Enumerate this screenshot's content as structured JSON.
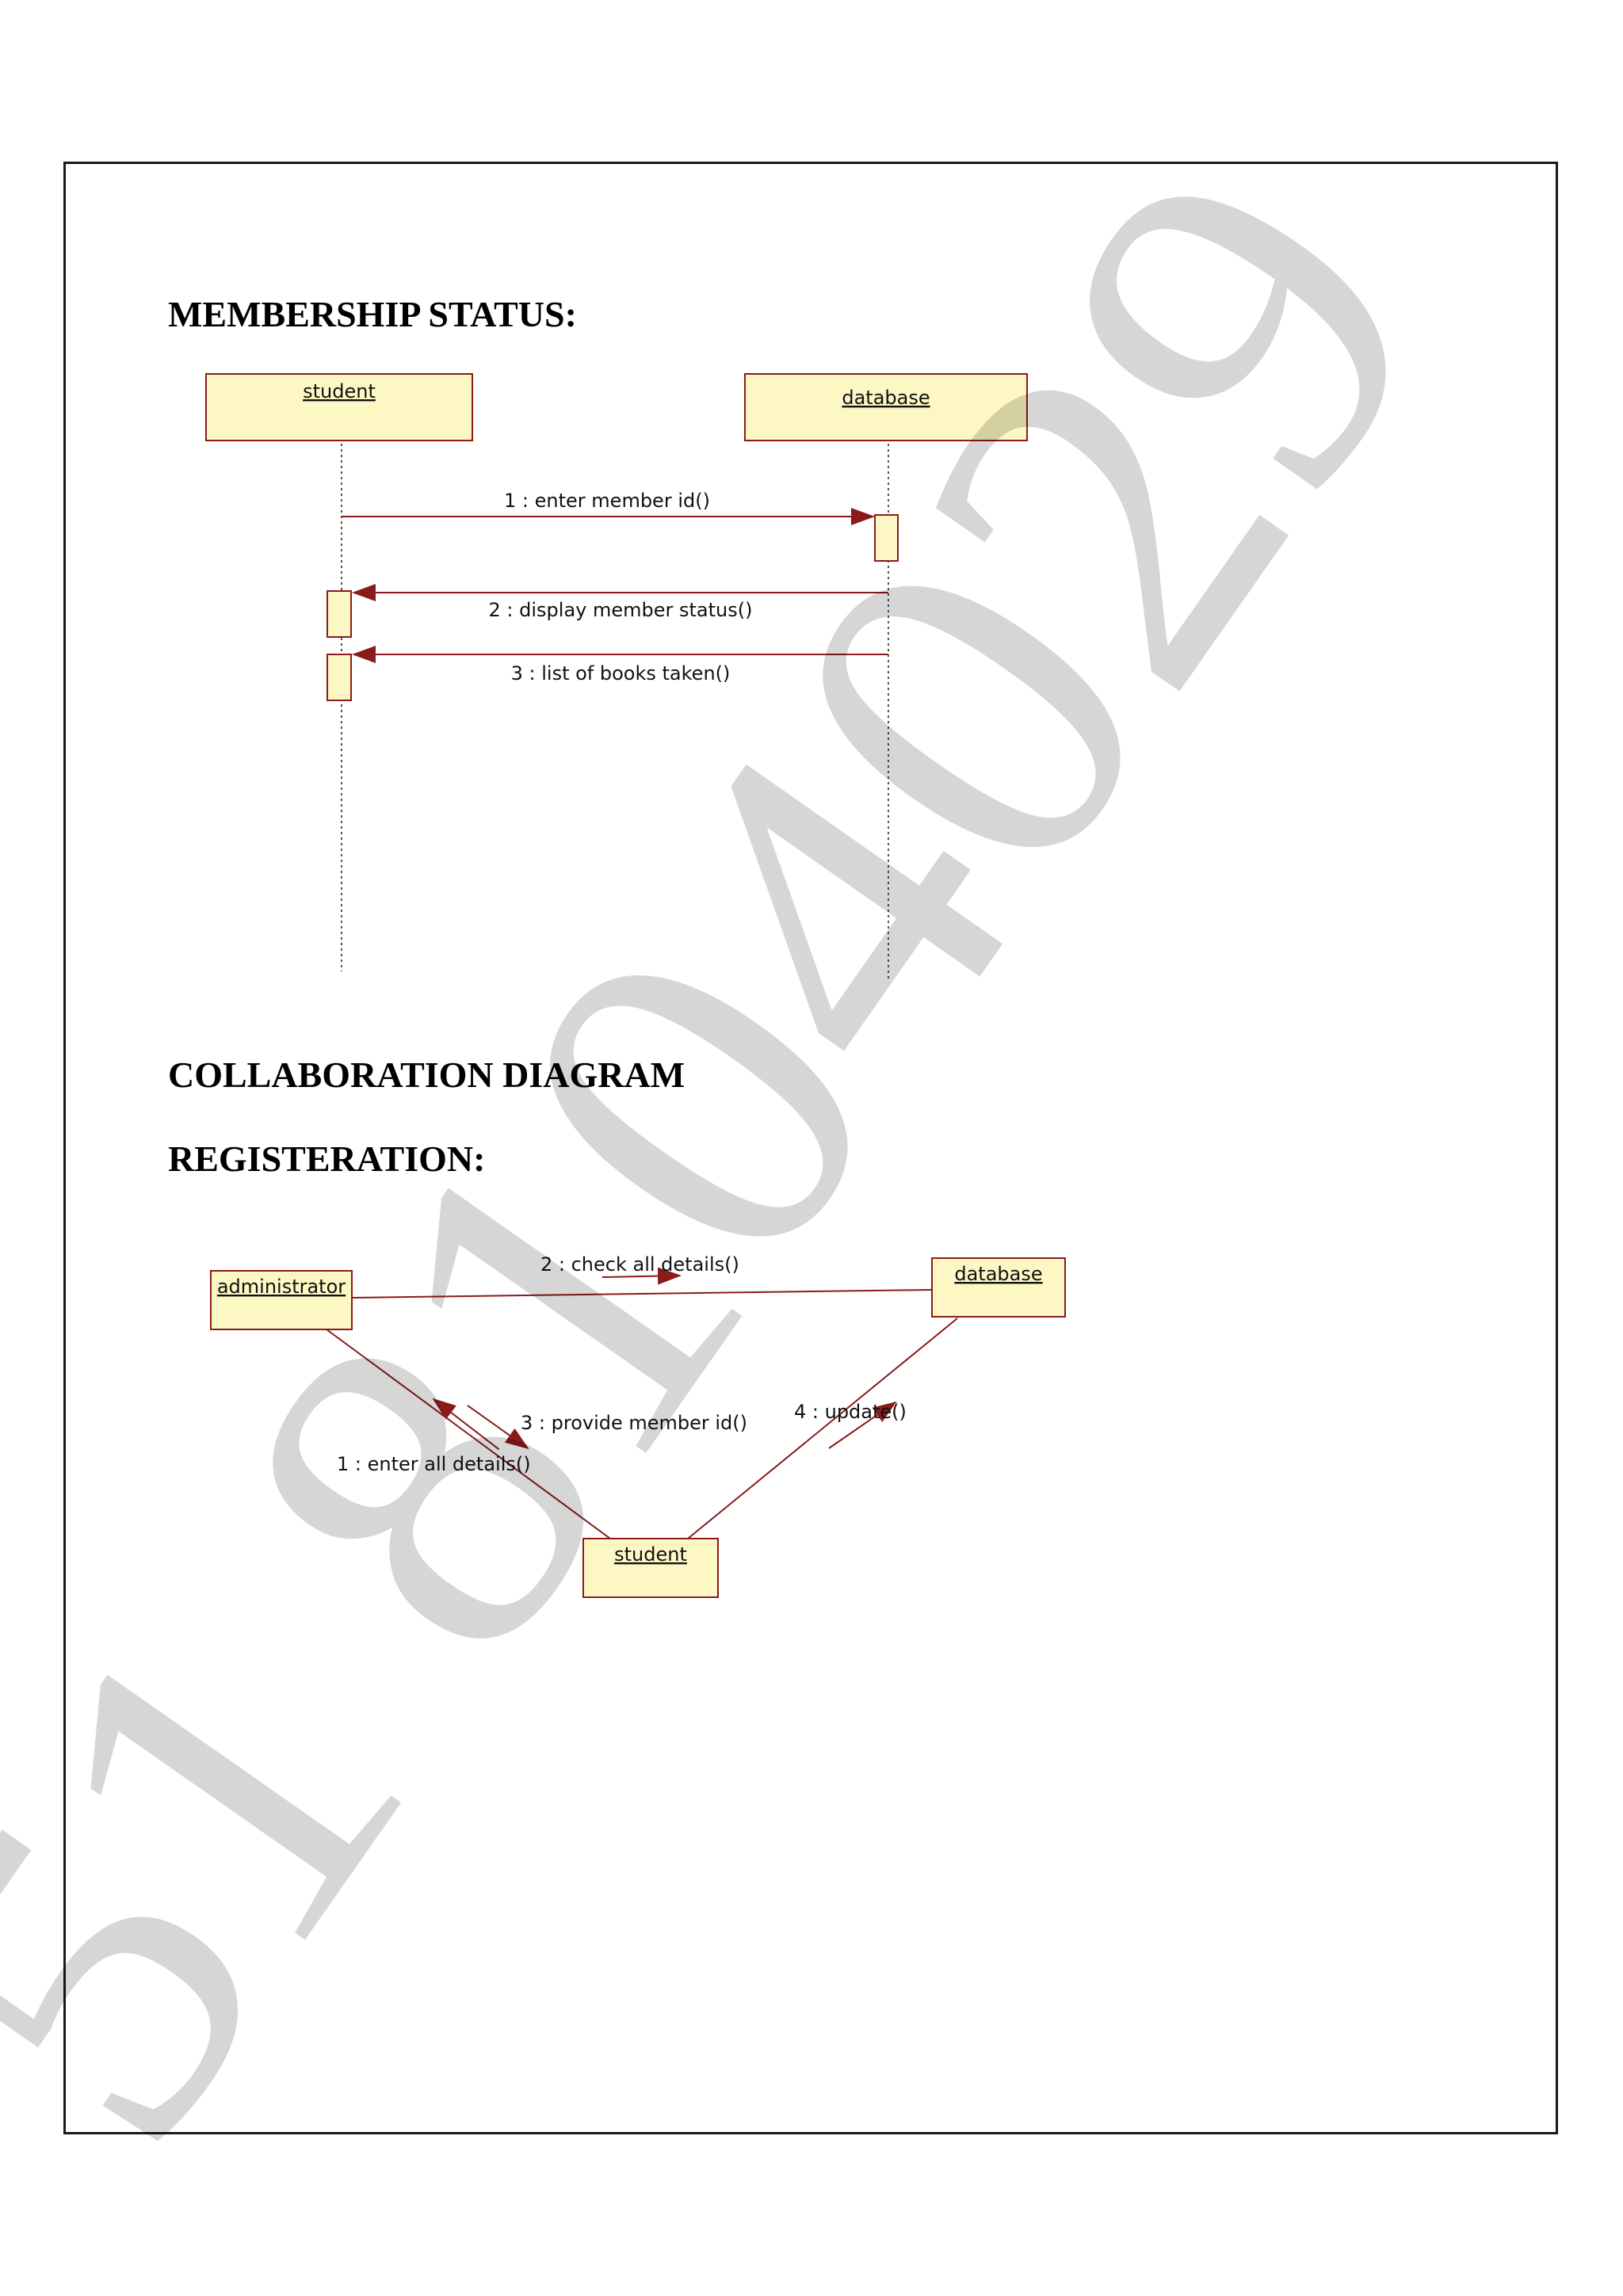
{
  "sections": {
    "membership_heading": "MEMBERSHIP STATUS:",
    "collaboration_heading": "COLLABORATION DIAGRAM",
    "registration_heading": "REGISTERATION:"
  },
  "sequence_diagram": {
    "objects": [
      "student",
      "database"
    ],
    "messages": [
      "1 : enter member id()",
      "2 : display member status()",
      "3 : list of books taken()"
    ]
  },
  "collaboration_diagram": {
    "objects": [
      "administrator",
      "database",
      "student"
    ],
    "messages": [
      "1 : enter all details()",
      "2 : check all details()",
      "3 : provide member id()",
      "4 : update()"
    ]
  },
  "watermark": "51  8104029",
  "colors": {
    "object_fill": "#fdf8c3",
    "object_border": "#8b1a1a",
    "arrow": "#8b1a1a",
    "lifeline": "#555555"
  }
}
